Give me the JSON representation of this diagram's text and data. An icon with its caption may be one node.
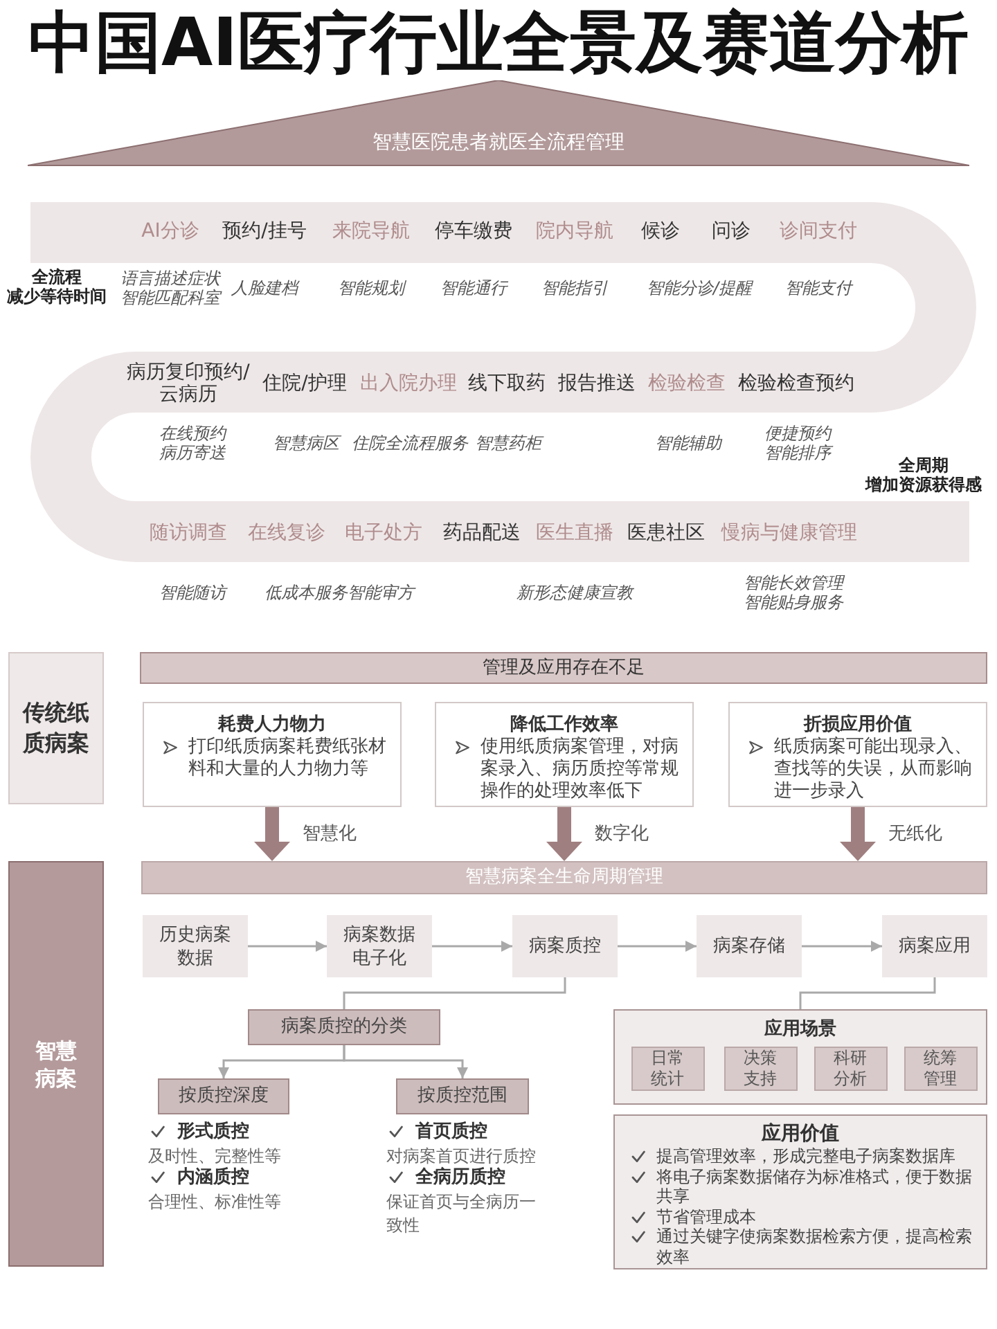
{
  "diagram": {
    "title": "中国AI医疗行业全景及赛道分析",
    "nodes": [
      {
        "text": [
          "智慧医院患者就医全流程管理"
        ]
      },
      {
        "text": [
          "AI分诊",
          "预约/挂号",
          "来院导航",
          "停车缴费",
          "院内导航",
          "候诊",
          "问诊",
          "诊间支付",
          "病历复印预约/云病历",
          "住院/护理",
          "出入院办理",
          "线下取药",
          "报告推送",
          "检验检查",
          "检验检查预约",
          "随访调查",
          "在线复诊",
          "电子处方",
          "药品配送",
          "医生直播",
          "医患社区",
          "慢病与健康管理"
        ]
      },
      {
        "text": [
          "传统纸质病案"
        ]
      },
      {
        "text": [
          "管理及应用存在不足"
        ]
      },
      {
        "text": [
          "耗费人力物力",
          "打印纸质病案耗费纸张材料和大量的人力物力等"
        ]
      },
      {
        "text": [
          "降低工作效率",
          "使用纸质病案管理，对病案录入、病历质控等常规操作的处理效率低下"
        ]
      },
      {
        "text": [
          "折损应用价值",
          "纸质病案可能出现录入、查找等的失误，从而影响进一步录入"
        ]
      },
      {
        "text": [
          "智慧病案"
        ]
      },
      {
        "text": [
          "智慧病案全生命周期管理"
        ]
      },
      {
        "text": [
          "历史病案数据"
        ]
      },
      {
        "text": [
          "病案数据电子化"
        ]
      },
      {
        "text": [
          "病案质控"
        ]
      },
      {
        "text": [
          "病案存储"
        ]
      },
      {
        "text": [
          "病案应用"
        ]
      },
      {
        "text": [
          "病案质控的分类"
        ]
      },
      {
        "text": [
          "应用场景"
        ]
      },
      {
        "text": [
          "日常统计"
        ],
        "in": 15
      },
      {
        "text": [
          "决策支持"
        ],
        "in": 15
      },
      {
        "text": [
          "科研分析"
        ],
        "in": 15
      },
      {
        "text": [
          "统筹管理"
        ],
        "in": 15
      },
      {
        "text": [
          "按质控深度"
        ],
        "beside": [
          "形式质控",
          "及时性、完整性等",
          "内涵质控",
          "合理性、标准性等"
        ]
      },
      {
        "text": [
          "按质控范围"
        ],
        "beside": [
          "首页质控",
          "对病案首页进行质控",
          "全病历质控",
          "保证首页与全病历一致性"
        ]
      },
      {
        "text": [
          "应用价值",
          "提高管理效率，形成完整电子病案数据库",
          "将电子病案数据储存为标准格式，便于数据共享",
          "节省管理成本",
          "通过关键字使病案数据检索方便，提高检索效率"
        ]
      }
    ],
    "edges": [
      {
        "from": 4,
        "to": 8,
        "arrow": "to",
        "label": "智慧化",
        "style": "thick",
        "color": "#a07f80"
      },
      {
        "from": 5,
        "to": 8,
        "arrow": "to",
        "label": "数字化",
        "style": "thick",
        "color": "#a07f80"
      },
      {
        "from": 6,
        "to": 8,
        "arrow": "to",
        "label": "无纸化",
        "style": "thick",
        "color": "#a07f80"
      },
      {
        "from": 9,
        "to": 10,
        "arrow": "to"
      },
      {
        "from": 10,
        "to": 11,
        "arrow": "to"
      },
      {
        "from": 11,
        "to": 12,
        "arrow": "to"
      },
      {
        "from": 12,
        "to": 13,
        "arrow": "to"
      },
      {
        "from": 11,
        "to": 14,
        "arrow": "none"
      },
      {
        "from": 13,
        "to": 15,
        "arrow": "none"
      },
      {
        "from": 14,
        "to": 20,
        "arrow": "to"
      },
      {
        "from": 14,
        "to": 21,
        "arrow": "to"
      }
    ],
    "labels": [
      "全流程",
      "减少等待时间",
      "语言描述症状",
      "智能匹配科室",
      "人脸建档",
      "智能规划",
      "智能通行",
      "智能指引",
      "智能分诊/提醒",
      "智能支付",
      "在线预约",
      "病历寄送",
      "智慧病区",
      "住院全流程服务",
      "智慧药柜",
      "智能辅助",
      "便捷预约",
      "智能排序",
      "全周期",
      "增加资源获得感",
      "智能随访",
      "低成本服务智能审方",
      "新形态健康宣教",
      "智能长效管理",
      "智能贴身服务"
    ]
  }
}
